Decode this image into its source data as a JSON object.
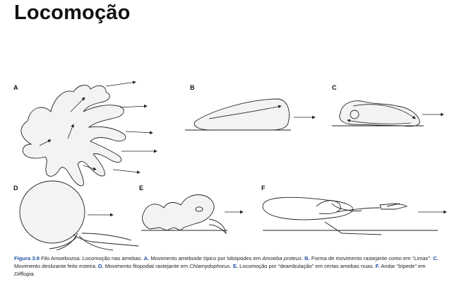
{
  "title": "Locomoção",
  "panels": [
    "A",
    "B",
    "C",
    "D",
    "E",
    "F"
  ],
  "caption": {
    "fig_label": "Figura 3.9",
    "t1": " Filo Amoebozoa. Locomoção nas amebas. ",
    "lA": "A.",
    "t2": " Movimento ameboide típico por lobópodes em ",
    "sp1": "Amoeba proteus",
    "t3": ". ",
    "lB": "B.",
    "t4": " Forma de movimento rastejante como em “",
    "sp2": "Limax",
    "t5": "”. ",
    "lC": "C.",
    "t6": " Movimento deslizante feito esteira. ",
    "lD": "D.",
    "t7": " Movimento filopodial rastejante em ",
    "sp3": "Chlamydophorus",
    "t8": ". ",
    "lE": "E.",
    "t9": " Locomoção por “deambulação” em certas amebas nuas. ",
    "lF": "F.",
    "t10": " Andar “bípede” em ",
    "sp4": "Difflugia",
    "t11": "."
  }
}
